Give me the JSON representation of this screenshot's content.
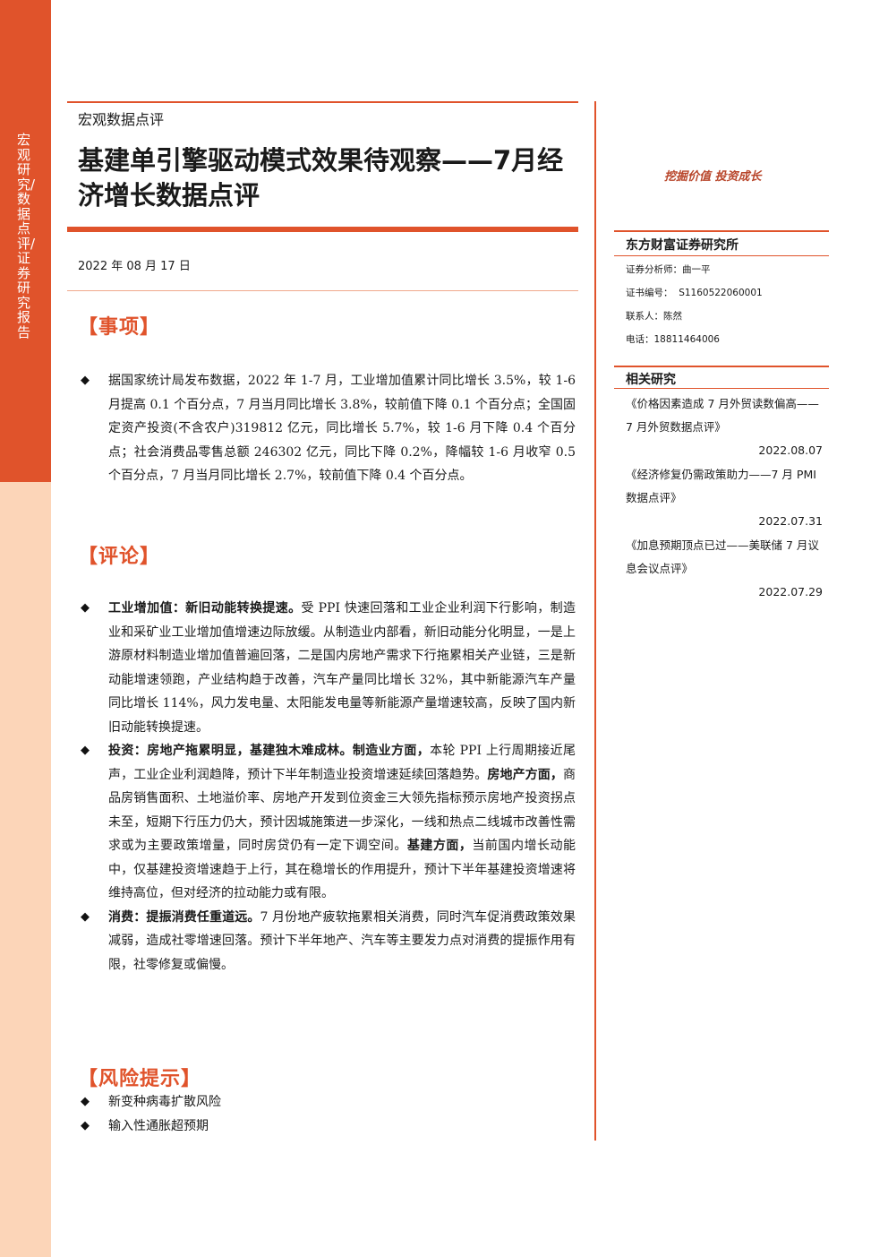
{
  "sidebar": {
    "vertical_text": "宏观研究/数据点评/证券研究报告"
  },
  "header": {
    "category": "宏观数据点评",
    "title": "基建单引擎驱动模式效果待观察——7月经济增长数据点评",
    "date": "2022 年 08 月 17 日"
  },
  "sections": {
    "events": {
      "heading": "【事项】",
      "items": [
        "据国家统计局发布数据，2022 年 1-7 月，工业增加值累计同比增长 3.5%，较 1-6 月提高 0.1 个百分点，7 月当月同比增长 3.8%，较前值下降 0.1 个百分点；全国固定资产投资(不含农户)319812 亿元，同比增长 5.7%，较 1-6 月下降 0.4 个百分点；社会消费品零售总额 246302 亿元，同比下降 0.2%，降幅较 1-6 月收窄 0.5 个百分点，7 月当月同比增长 2.7%，较前值下降 0.4 个百分点。"
      ]
    },
    "comments": {
      "heading": "【评论】",
      "item1": {
        "bold": "工业增加值：新旧动能转换提速。",
        "text": "受 PPI 快速回落和工业企业利润下行影响，制造业和采矿业工业增加值增速边际放缓。从制造业内部看，新旧动能分化明显，一是上游原材料制造业增加值普遍回落，二是国内房地产需求下行拖累相关产业链，三是新动能增速领跑，产业结构趋于改善，汽车产量同比增长 32%，其中新能源汽车产量同比增长 114%，风力发电量、太阳能发电量等新能源产量增速较高，反映了国内新旧动能转换提速。"
      },
      "item2": {
        "bold1": "投资：房地产拖累明显，基建独木难成林。",
        "bold2": "制造业方面，",
        "text1": "本轮 PPI 上行周期接近尾声，工业企业利润趋降，预计下半年制造业投资增速延续回落趋势。",
        "bold3": "房地产方面，",
        "text2": "商品房销售面积、土地溢价率、房地产开发到位资金三大领先指标预示房地产投资拐点未至，短期下行压力仍大，预计因城施策进一步深化，一线和热点二线城市改善性需求或为主要政策增量，同时房贷仍有一定下调空间。",
        "bold4": "基建方面，",
        "text3": "当前国内增长动能中，仅基建投资增速趋于上行，其在稳增长的作用提升，预计下半年基建投资增速将维持高位，但对经济的拉动能力或有限。"
      },
      "item3": {
        "bold": "消费：提振消费任重道远。",
        "text": "7 月份地产疲软拖累相关消费，同时汽车促消费政策效果减弱，造成社零增速回落。预计下半年地产、汽车等主要发力点对消费的提振作用有限，社零修复或偏慢。"
      }
    },
    "risks": {
      "heading": "【风险提示】",
      "items": [
        "新变种病毒扩散风险",
        "输入性通胀超预期"
      ]
    }
  },
  "right_panel": {
    "slogan": "挖掘价值 投资成长",
    "institute": "东方财富证券研究所",
    "analyst_label": "证券分析师：曲一平",
    "cert_label": "证书编号：",
    "cert_no": "S1160522060001",
    "contact_label": "联系人：陈然",
    "phone_label": "电话：",
    "phone": "18811464006",
    "related_title": "相关研究",
    "related": [
      {
        "title": "《价格因素造成 7 月外贸读数偏高——7 月外贸数据点评》",
        "date": "2022.08.07"
      },
      {
        "title": "《经济修复仍需政策助力——7 月 PMI 数据点评》",
        "date": "2022.07.31"
      },
      {
        "title": "《加息预期顶点已过——美联储 7 月议息会议点评》",
        "date": "2022.07.29"
      }
    ]
  }
}
